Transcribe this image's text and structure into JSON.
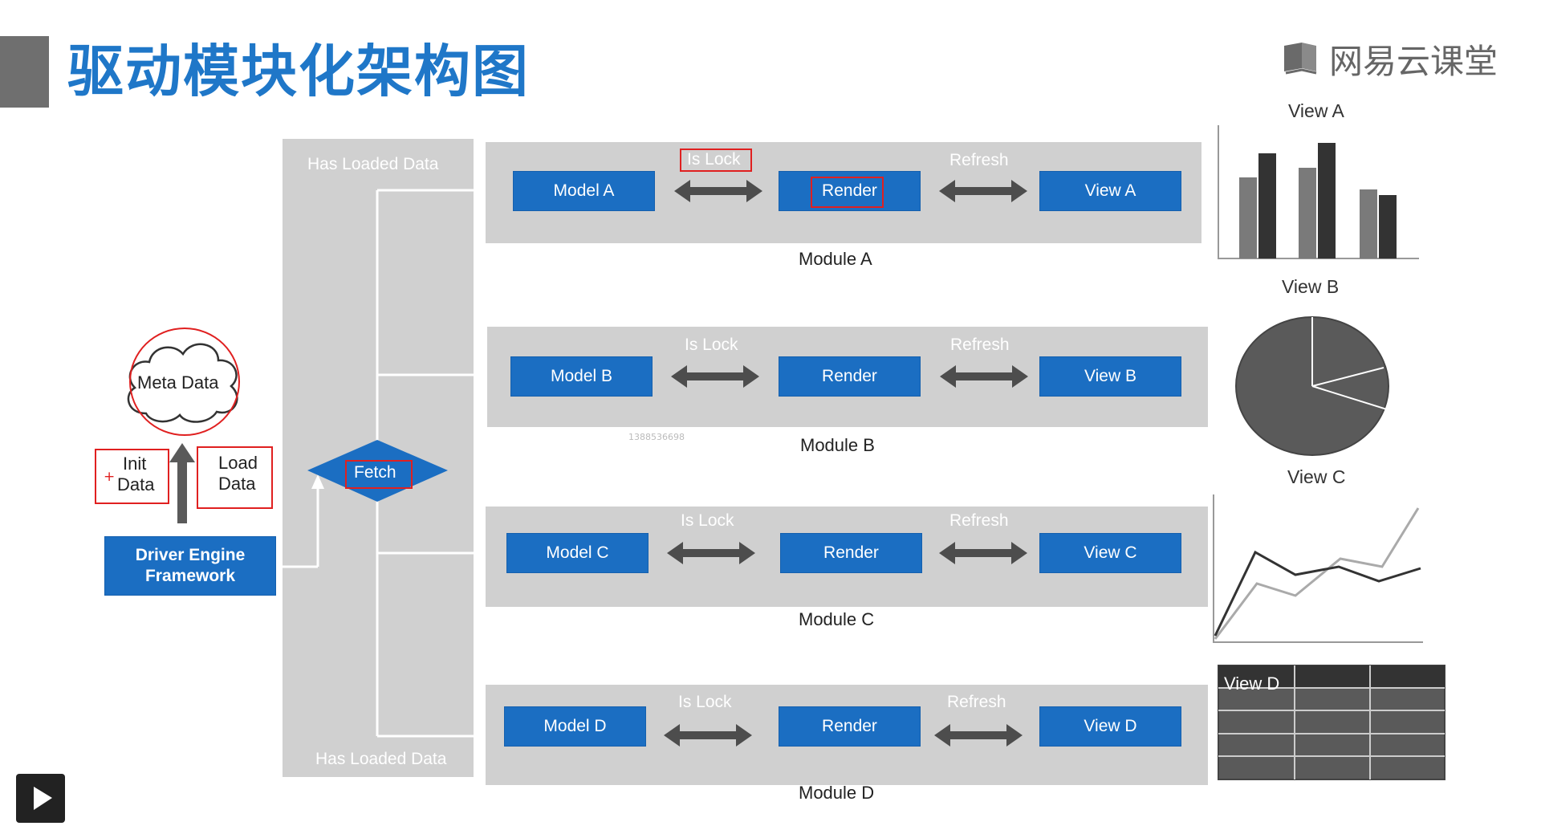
{
  "title": "驱动模块化架构图",
  "brand": {
    "name": "网易云课堂"
  },
  "column": {
    "top_label": "Has Loaded Data",
    "bottom_label": "Has Loaded Data"
  },
  "fetch": "Fetch",
  "meta_data": "Meta Data",
  "init_data": {
    "line1": "Init",
    "line2": "Data",
    "mark": "+"
  },
  "load_data": {
    "line1": "Load",
    "line2": "Data"
  },
  "driver": {
    "line1": "Driver Engine",
    "line2": "Framework"
  },
  "watermark": "1388536698",
  "modules": [
    {
      "model": "Model A",
      "render": "Render",
      "view": "View A",
      "lock": "Is Lock",
      "refresh": "Refresh",
      "name": "Module A"
    },
    {
      "model": "Model B",
      "render": "Render",
      "view": "View B",
      "lock": "Is Lock",
      "refresh": "Refresh",
      "name": "Module B"
    },
    {
      "model": "Model C",
      "render": "Render",
      "view": "View C",
      "lock": "Is Lock",
      "refresh": "Refresh",
      "name": "Module C"
    },
    {
      "model": "Model D",
      "render": "Render",
      "view": "View D",
      "lock": "Is Lock",
      "refresh": "Refresh",
      "name": "Module D"
    }
  ],
  "views": {
    "a_title": "View A",
    "b_title": "View B",
    "c_title": "View C",
    "d_title": "View D"
  },
  "colors": {
    "accent": "#1b6ec2",
    "panel": "#d0d0d0",
    "highlight": "#e02020",
    "title": "#1f77c8"
  }
}
